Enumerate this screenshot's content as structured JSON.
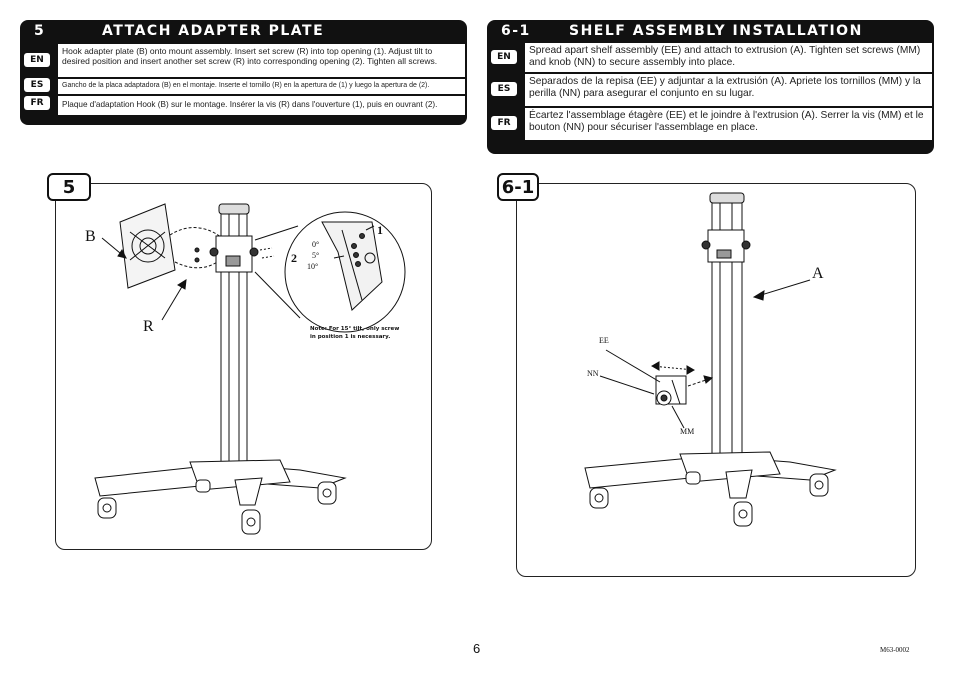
{
  "section5": {
    "number": "5",
    "title": "ATTACH ADAPTER PLATE",
    "rows": [
      {
        "lang": "EN",
        "text": "Hook adapter plate (B) onto mount assembly.  Insert set screw (R) into top opening (1).  Adjust tilt to desired position and insert another set screw (R) into corresponding opening (2).  Tighten all screws."
      },
      {
        "lang": "ES",
        "text": "Gancho de la placa adaptadora (B) en el montaje. Inserte el tornillo (R) en la apertura de (1) y luego la apertura de (2)."
      },
      {
        "lang": "FR",
        "text": "Plaque d'adaptation Hook (B) sur le montage.  Insérer la vis (R) dans l'ouverture (1), puis en ouvrant (2)."
      }
    ]
  },
  "section61": {
    "number": "6-1",
    "title": "SHELF ASSEMBLY INSTALLATION",
    "rows": [
      {
        "lang": "EN",
        "text": "Spread apart shelf assembly (EE) and attach to extrusion (A). Tighten set screws (MM) and knob (NN) to secure assembly into place."
      },
      {
        "lang": "ES",
        "text": "Separados de la repisa (EE) y adjuntar a la extrusión (A). Apriete los tornillos (MM) y la perilla (NN) para asegurar el conjunto en su lugar."
      },
      {
        "lang": "FR",
        "text": "Écartez l'assemblage étagère (EE) et le joindre à l'extrusion (A). Serrer la vis (MM) et le bouton (NN) pour sécuriser l'assemblage en place."
      }
    ]
  },
  "figure5": {
    "tag": "5",
    "label_b": "B",
    "label_r": "R",
    "label_1": "1",
    "label_2": "2",
    "angle_0": "0°",
    "angle_5": "5°",
    "angle_10": "10°",
    "note_line1": "Note: For 15° tilt, only screw",
    "note_line2": "in position 1 is necessary."
  },
  "figure61": {
    "tag": "6-1",
    "label_a": "A",
    "label_ee": "EE",
    "label_nn": "NN",
    "label_mm": "MM"
  },
  "footer": {
    "page_number": "6",
    "doc_code": "M63-0002"
  }
}
